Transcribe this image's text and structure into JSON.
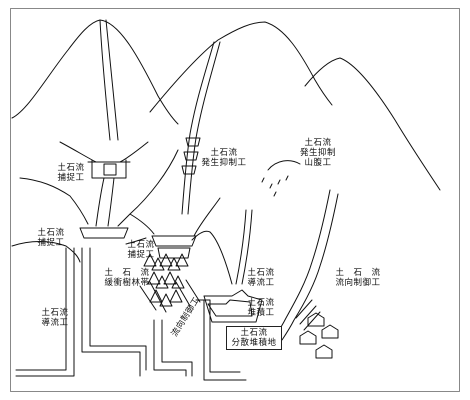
{
  "labels": {
    "capture_1": "土石流\n捕捉工",
    "capture_2": "土石流\n捕捉工",
    "capture_3": "土石流\n捕捉工",
    "generation_control": "土石流\n発生抑制工",
    "generation_control_slope": "土石流\n発生抑制\n山腹工",
    "buffer_forest": "土　石　流\n緩衝樹林帯",
    "guide_left": "土石流\n導流工",
    "guide_center": "土石流\n導流工",
    "deposit": "土石流\n堆積工",
    "direction_control": "土　石　流\n流向制御工",
    "flow_control_diag": "流向制御工",
    "dispersal": "土石流\n分散堆積地"
  }
}
